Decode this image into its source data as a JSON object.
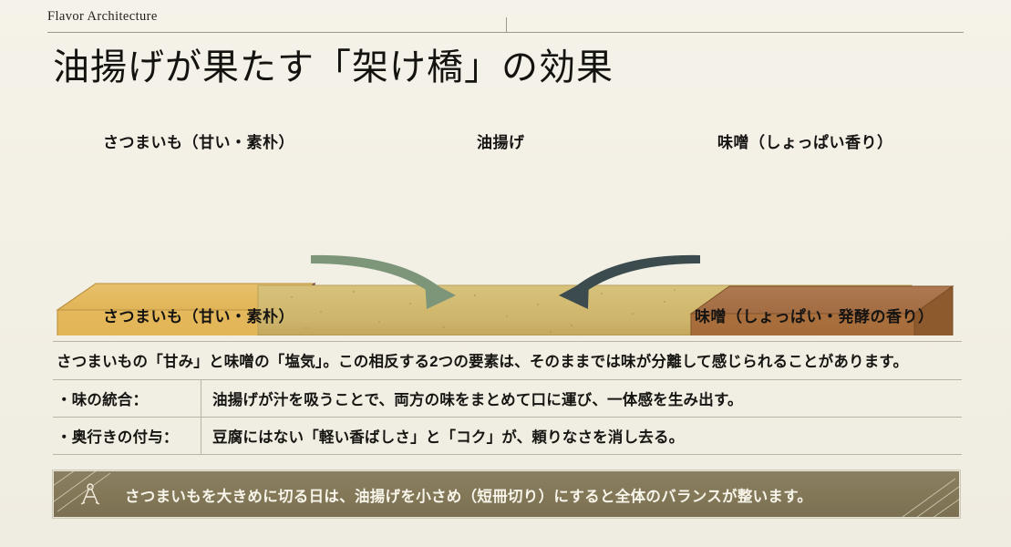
{
  "header": {
    "eyebrow": "Flavor Architecture",
    "title": "油揚げが果たす「架け橋」の効果"
  },
  "diagram": {
    "labels": {
      "sweet_potato_top": "さつまいも（甘い・素朴）",
      "bridge_top": "油揚げ",
      "miso_top": "味噌（しょっぱい香り）",
      "sweet_potato_bottom": "さつまいも（甘い・素朴）",
      "miso_bottom": "味噌（しょっぱい・発酵の香り）"
    },
    "icon_names": {
      "left_block": "sweet-potato-block",
      "center_plank": "fried-tofu-bridge",
      "right_block": "miso-block",
      "arrow_sweet_in": "green-arrow-into-bridge",
      "arrow_sweet_out": "green-arrow-back-to-sweet-potato",
      "arrow_miso_in": "dark-arrow-into-bridge",
      "arrow_miso_out": "dark-arrow-back-to-miso"
    },
    "colors": {
      "sweet_potato_top": "#e4b95f",
      "sweet_potato_front": "#e0b24e",
      "sweet_potato_cut": "#6e3b6b",
      "bridge_top": "#d4bd74",
      "bridge_edge": "#b08a3e",
      "miso_top": "#a8714a",
      "miso_front": "#a36a38",
      "miso_side": "#8d5a2d",
      "arrow_green": "#7d9579",
      "arrow_dark": "#3b4b4e"
    }
  },
  "content": {
    "lede": "さつまいもの「甘み」と味噌の「塩気」。この相反する2つの要素は、そのままでは味が分離して感じられることがあります。",
    "rows": [
      {
        "key": "・味の統合：",
        "value": "油揚げが汁を吸うことで、両方の味をまとめて口に運び、一体感を生み出す。"
      },
      {
        "key": "・奥行きの付与：",
        "value": "豆腐にはない「軽い香ばしさ」と「コク」が、頼りなさを消し去る。"
      }
    ]
  },
  "callout": {
    "icon": "compass-icon",
    "text": "さつまいもを大きめに切る日は、油揚げを小さめ（短冊切り）にすると全体のバランスが整います。",
    "background": "#837858",
    "text_color": "#f7f4ea"
  }
}
